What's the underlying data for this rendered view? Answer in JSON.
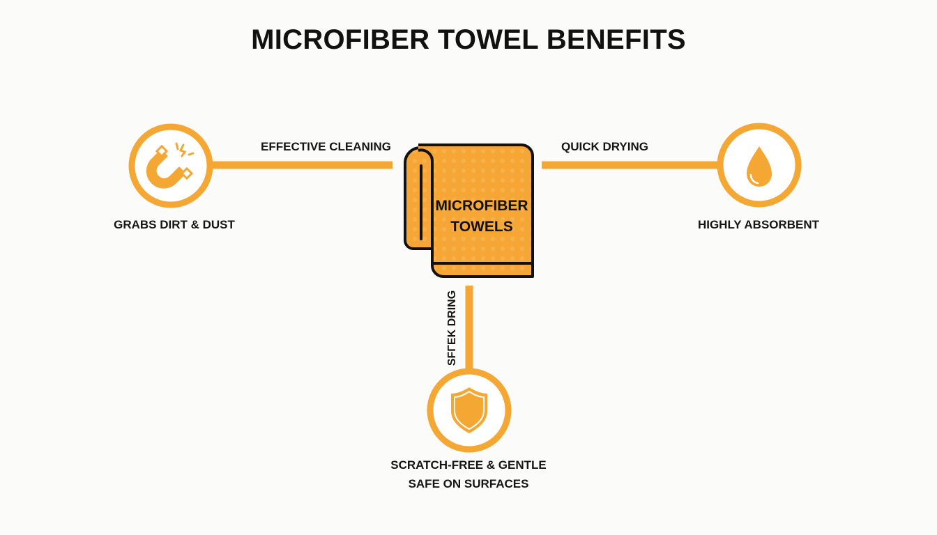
{
  "title": "MICROFIBER TOWEL BENEFITS",
  "colors": {
    "accent": "#f5a733",
    "towel_fill": "#f6a634",
    "outline": "#111111",
    "text": "#151515",
    "background": "#fbfbfa"
  },
  "center_node": {
    "label_line1": "MICROFIBER",
    "label_line2": "TOWELS",
    "icon": "towel-icon"
  },
  "branches": {
    "left": {
      "connector_label": "EFFECTIVE CLEANING",
      "node_label": "GRABS DIRT & DUST",
      "icon": "magnet-icon"
    },
    "right": {
      "connector_label": "QUICK DRYING",
      "node_label": "HIGHLY ABSORBENT",
      "icon": "water-drop-icon"
    },
    "bottom": {
      "connector_label": "SFΓEK DRING",
      "node_label_line1": "SCRATCH-FREE & GENTLE",
      "node_label_line2": "SAFE ON SURFACES",
      "icon": "shield-icon"
    }
  }
}
